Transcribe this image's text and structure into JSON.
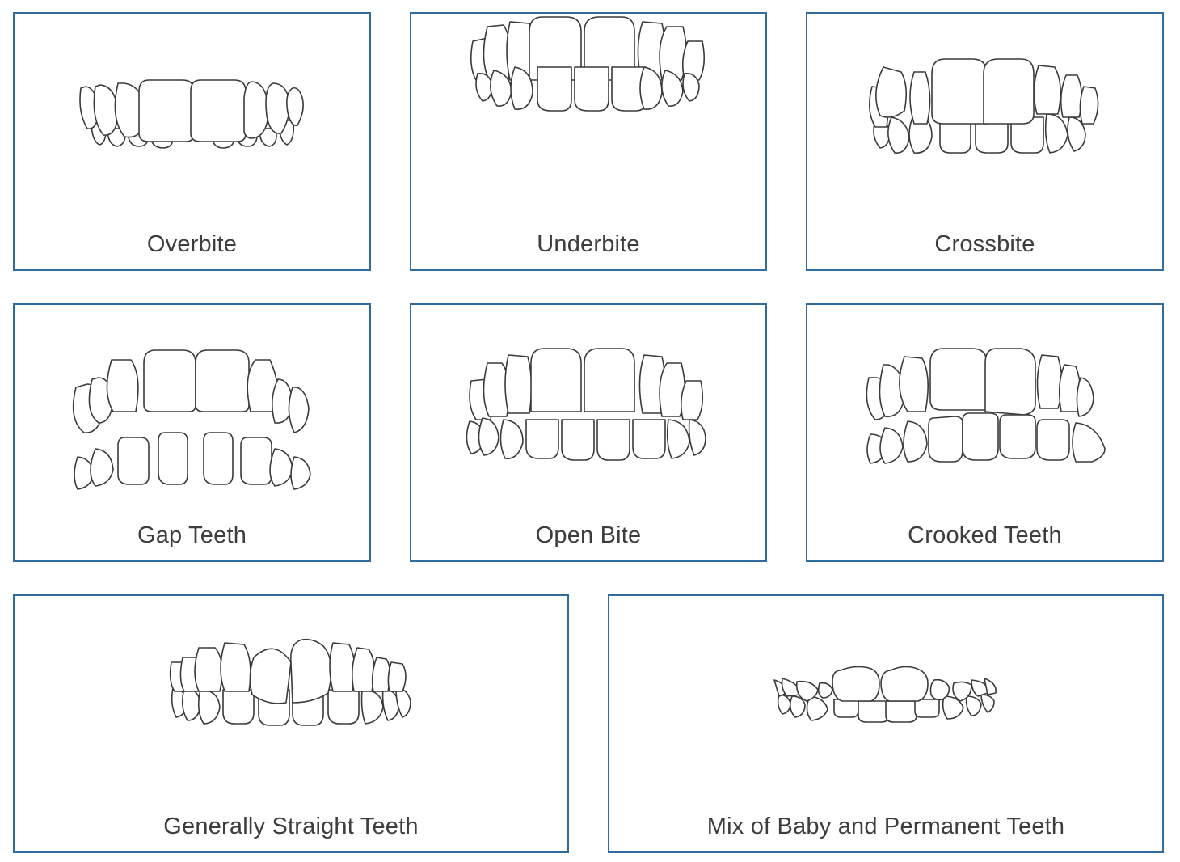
{
  "cards": [
    {
      "label": "Overbite",
      "icon": "overbite-teeth-icon"
    },
    {
      "label": "Underbite",
      "icon": "underbite-teeth-icon"
    },
    {
      "label": "Crossbite",
      "icon": "crossbite-teeth-icon"
    },
    {
      "label": "Gap Teeth",
      "icon": "gap-teeth-icon"
    },
    {
      "label": "Open Bite",
      "icon": "open-bite-teeth-icon"
    },
    {
      "label": "Crooked Teeth",
      "icon": "crooked-teeth-icon"
    },
    {
      "label": "Generally Straight Teeth",
      "icon": "straight-teeth-icon"
    },
    {
      "label": "Mix of Baby and Permanent Teeth",
      "icon": "mixed-teeth-icon"
    }
  ],
  "colors": {
    "border": "#2f6da0",
    "text": "#3d3d3d",
    "line": "#3a3a3a"
  }
}
